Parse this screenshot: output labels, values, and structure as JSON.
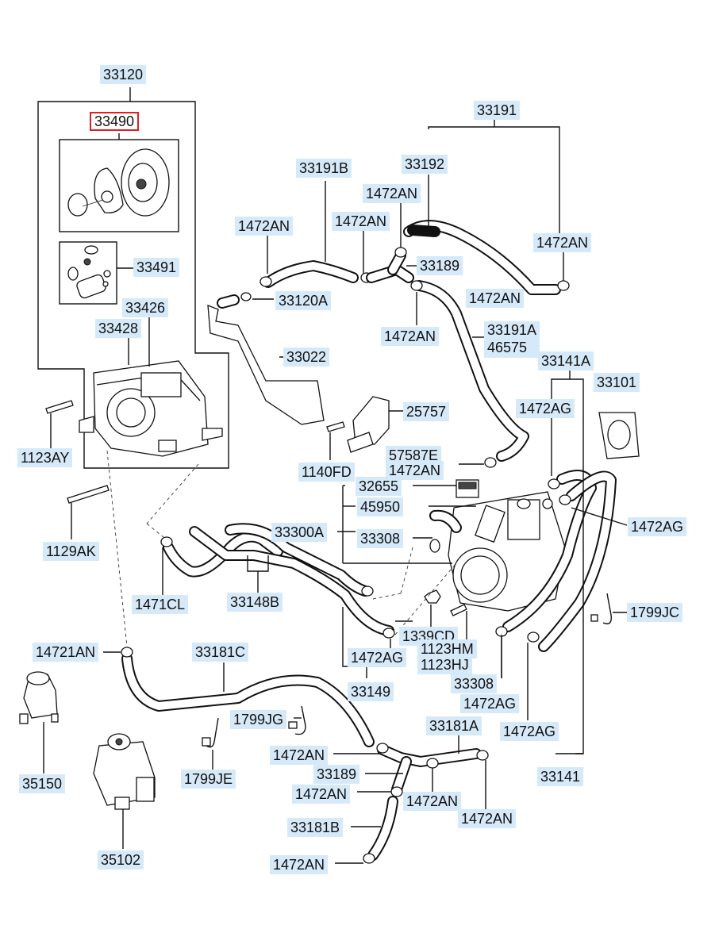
{
  "labels": {
    "l33120": "33120",
    "l33490": "33490",
    "l33491": "33491",
    "l33426": "33426",
    "l33428": "33428",
    "l1123AY": "1123AY",
    "l1129AK": "1129AK",
    "l33191": "33191",
    "l33191B": "33191B",
    "l33192": "33192",
    "l1472AN_a": "1472AN",
    "l1472AN_b": "1472AN",
    "l1472AN_c": "1472AN",
    "l1472AN_d": "1472AN",
    "l1472AN_e": "1472AN",
    "l1472AN_f": "1472AN",
    "l33189_a": "33189",
    "l33120A": "33120A",
    "l33022": "33022",
    "l33191A": "33191A\n46575",
    "l33141A": "33141A",
    "l33101": "33101",
    "l1472AG_a": "1472AG",
    "l25757": "25757",
    "l1140FD": "1140FD",
    "l57587E": "57587E",
    "l1472AN_g": "1472AN",
    "l32655": "32655",
    "l45950": "45950",
    "l33300A": "33300A",
    "l33308_a": "33308",
    "l1472AG_b": "1472AG",
    "l1471CL": "1471CL",
    "l33148B": "33148B",
    "l1799JC": "1799JC",
    "l1339CD": "1339CD",
    "l1123HM": "1123HM",
    "l1123HJ": "1123HJ",
    "l14721AN": "14721AN",
    "l33181C": "33181C",
    "l1472AG_c": "1472AG",
    "l33149": "33149",
    "l33308_b": "33308",
    "l1472AG_d": "1472AG",
    "l1472AG_e": "1472AG",
    "l1799JG": "1799JG",
    "l33181A": "33181A",
    "l1472AN_h": "1472AN",
    "l33189_b": "33189",
    "l1472AN_i": "1472AN",
    "l1472AN_j": "1472AN",
    "l1472AN_k": "1472AN",
    "l33141": "33141",
    "l35150": "35150",
    "l1799JE": "1799JE",
    "l33181B": "33181B",
    "l35102": "35102",
    "l1472AN_l": "1472AN"
  },
  "selected_part": "33490",
  "colors": {
    "label_background": "#d6e9f8",
    "selected_border": "#e02020",
    "line": "#111111"
  }
}
